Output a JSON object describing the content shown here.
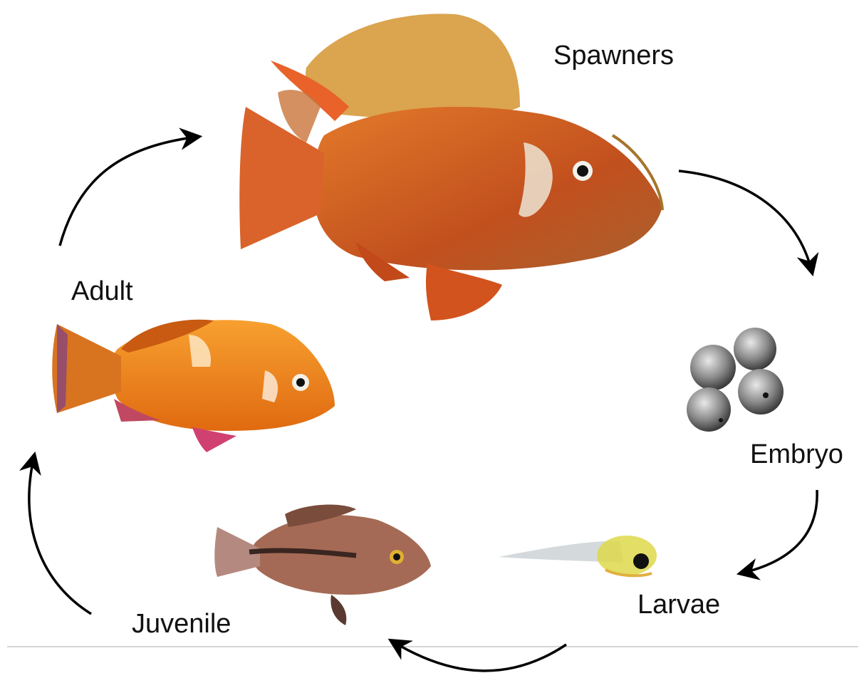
{
  "stages": {
    "spawners": "Spawners",
    "embryo": "Embryo",
    "larvae": "Larvae",
    "juvenile": "Juvenile",
    "adult": "Adult"
  },
  "colors": {
    "background": "#ffffff",
    "arrow": "#000000",
    "water_line": "#c8c8c8",
    "spawner_body": "#d2581e",
    "adult_body": "#f08a14",
    "juvenile_body": "#a06a55",
    "larva_body": "#cfd6d8",
    "embryo_egg": "#7a7a7a"
  },
  "icons": [
    "spawner-fish-icon",
    "embryo-eggs-icon",
    "larva-icon",
    "juvenile-fish-icon",
    "adult-fish-icon",
    "cycle-arrow-icon"
  ]
}
